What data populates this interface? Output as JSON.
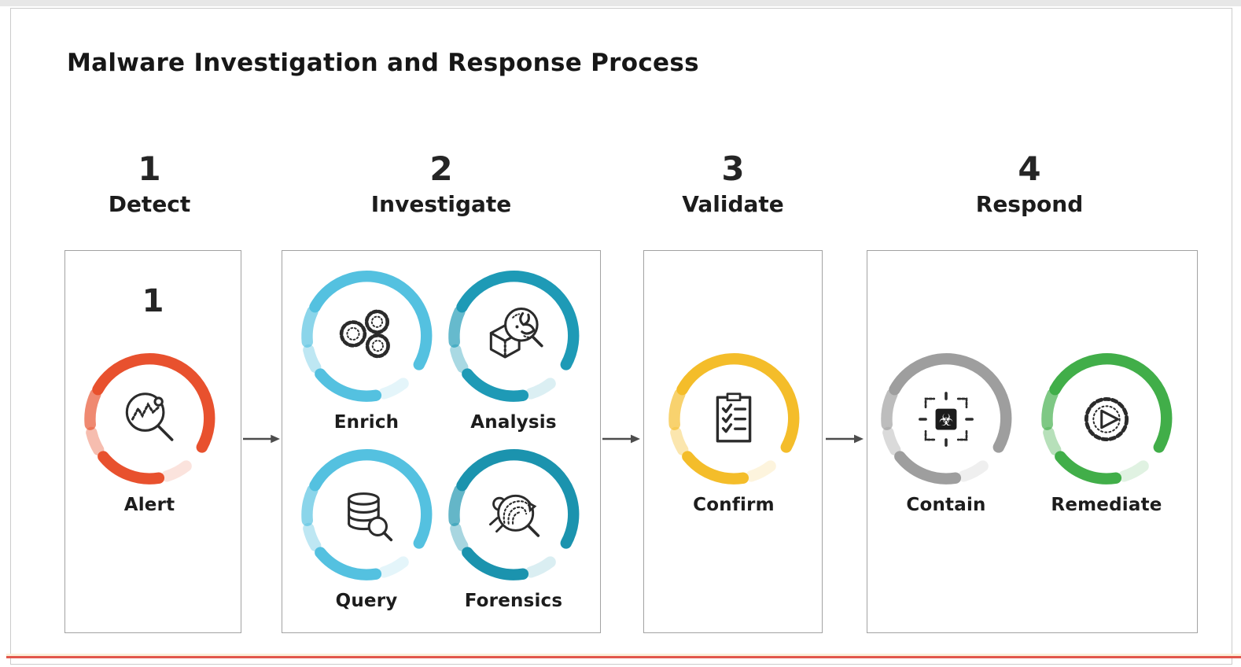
{
  "title": "Malware Investigation and Response Process",
  "accent": {
    "bottom_line": "#E2574B",
    "bottom_line_glow": "#FBF0DA",
    "arrow": "#4D4D4D"
  },
  "stages": [
    {
      "number": "1",
      "label": "Detect",
      "badge": "1",
      "items": [
        {
          "label": "Alert",
          "icon": "alert-magnifier-icon",
          "color": "#E8512E"
        }
      ]
    },
    {
      "number": "2",
      "label": "Investigate",
      "items": [
        {
          "label": "Enrich",
          "icon": "gears-icon",
          "color": "#54C1E0"
        },
        {
          "label": "Analysis",
          "icon": "malware-analysis-icon",
          "color": "#1E9AB6"
        },
        {
          "label": "Query",
          "icon": "database-query-icon",
          "color": "#54C1E0"
        },
        {
          "label": "Forensics",
          "icon": "bug-forensics-icon",
          "color": "#1B93AE"
        }
      ]
    },
    {
      "number": "3",
      "label": "Validate",
      "items": [
        {
          "label": "Confirm",
          "icon": "checklist-clipboard-icon",
          "color": "#F4BD2A"
        }
      ]
    },
    {
      "number": "4",
      "label": "Respond",
      "items": [
        {
          "label": "Contain",
          "icon": "contain-target-icon",
          "color": "#9E9E9E"
        },
        {
          "label": "Remediate",
          "icon": "gear-play-icon",
          "color": "#41AE49"
        }
      ]
    }
  ]
}
